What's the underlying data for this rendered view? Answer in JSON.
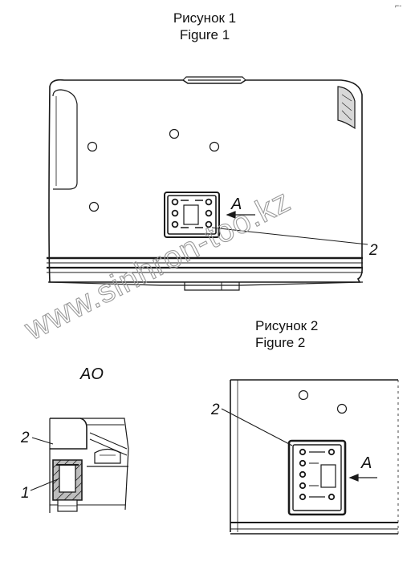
{
  "figure1": {
    "caption_ru": "Рисунок 1",
    "caption_en": "Figure 1"
  },
  "figure2": {
    "caption_ru": "Рисунок 2",
    "caption_en": "Figure 2"
  },
  "labels": {
    "view_arrow": "A",
    "callout_block": "2",
    "callout_fastener": "1",
    "section_view": "AO",
    "corner_mark": "⌐-"
  },
  "watermark": "www.sinhron-too.kz"
}
